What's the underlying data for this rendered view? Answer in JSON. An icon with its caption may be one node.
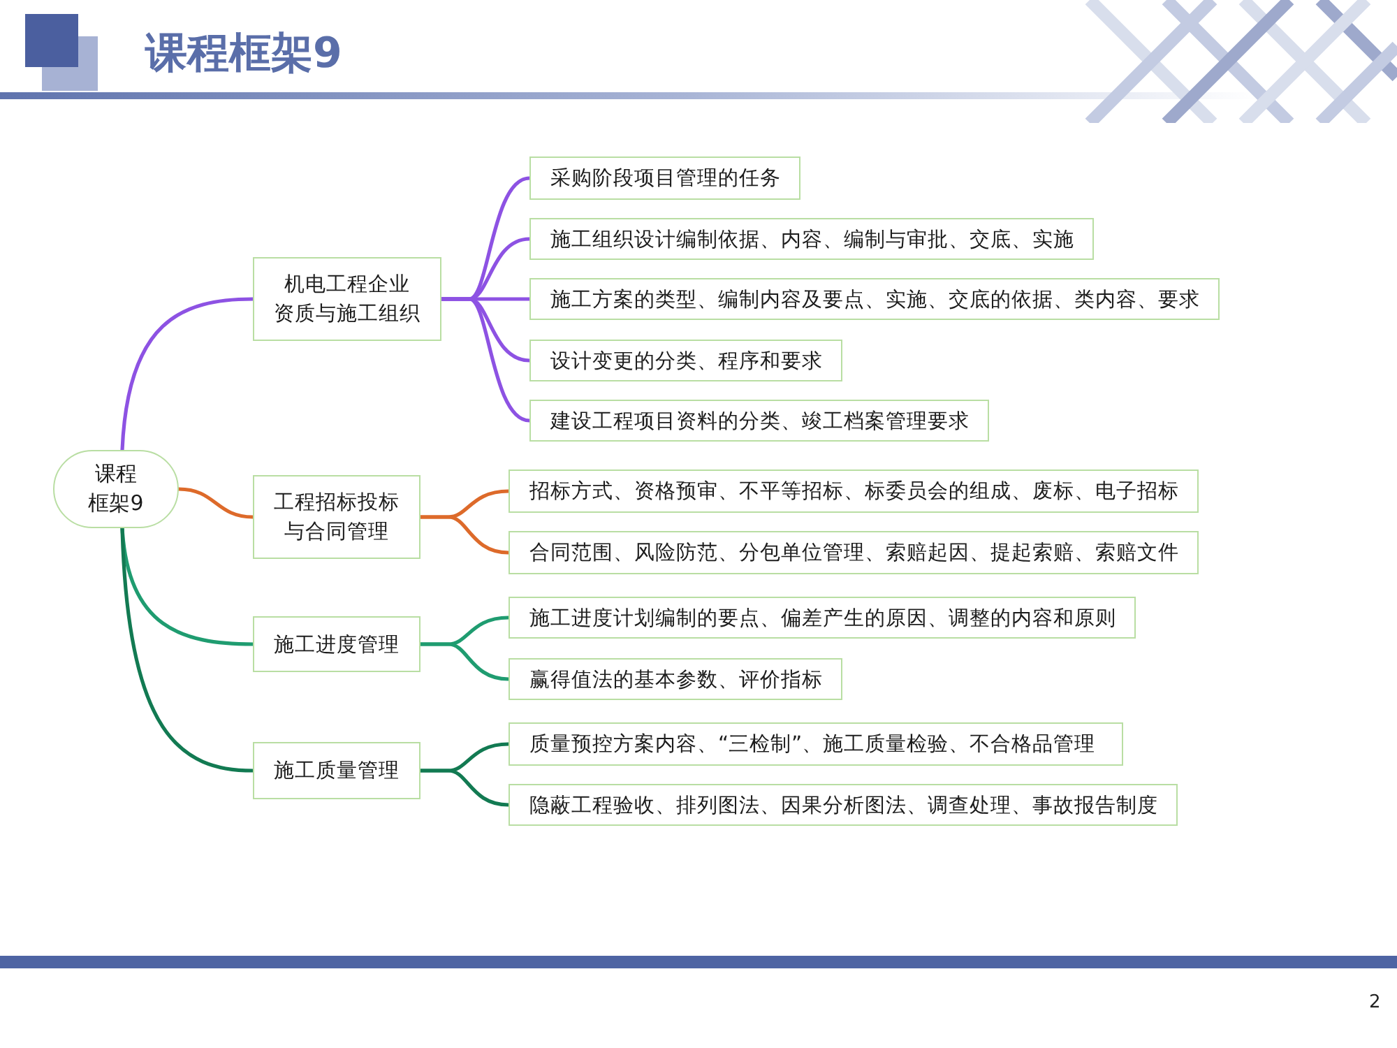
{
  "diagram": {
    "title": "课程框架9",
    "nodes": [
      {
        "text": [
          "课程框架9"
        ]
      },
      {
        "text": [
          "机电工程企业资质与施工组织"
        ]
      },
      {
        "text": [
          "采购阶段项目管理的任务"
        ]
      },
      {
        "text": [
          "施工组织设计编制依据、内容、编制与审批、交底、实施"
        ]
      },
      {
        "text": [
          "施工方案的类型、编制内容及要点、实施、交底的依据、类内容、要求"
        ]
      },
      {
        "text": [
          "设计变更的分类、程序和要求"
        ]
      },
      {
        "text": [
          "建设工程项目资料的分类、竣工档案管理要求"
        ]
      },
      {
        "text": [
          "工程招标投标与合同管理"
        ]
      },
      {
        "text": [
          "招标方式、资格预审、不平等招标、标委员会的组成、废标、电子招标"
        ]
      },
      {
        "text": [
          "合同范围、风险防范、分包单位管理、索赔起因、提起索赔、索赔文件"
        ]
      },
      {
        "text": [
          "施工进度管理"
        ]
      },
      {
        "text": [
          "施工进度计划编制的要点、偏差产生的原因、调整的内容和原则"
        ]
      },
      {
        "text": [
          "赢得值法的基本参数、评价指标"
        ]
      },
      {
        "text": [
          "施工质量管理"
        ]
      },
      {
        "text": [
          "质量预控方案内容、“三检制”、施工质量检验、不合格品管理"
        ]
      },
      {
        "text": [
          "隐蔽工程验收、排列图法、因果分析图法、调查处理、事故报告制度"
        ]
      }
    ],
    "edges": [
      {
        "from": 0,
        "to": 1,
        "arrow": "none"
      },
      {
        "from": 1,
        "to": 2,
        "arrow": "none"
      },
      {
        "from": 1,
        "to": 3,
        "arrow": "none"
      },
      {
        "from": 1,
        "to": 4,
        "arrow": "none"
      },
      {
        "from": 1,
        "to": 5,
        "arrow": "none"
      },
      {
        "from": 1,
        "to": 6,
        "arrow": "none"
      },
      {
        "from": 0,
        "to": 7,
        "arrow": "none",
        "color": "#dd6a2a"
      },
      {
        "from": 7,
        "to": 8,
        "arrow": "none",
        "color": "#dd6a2a"
      },
      {
        "from": 7,
        "to": 9,
        "arrow": "none",
        "color": "#dd6a2a"
      },
      {
        "from": 0,
        "to": 10,
        "arrow": "none",
        "color": "#1f9c70"
      },
      {
        "from": 10,
        "to": 11,
        "arrow": "none",
        "color": "#1f9c70"
      },
      {
        "from": 10,
        "to": 12,
        "arrow": "none",
        "color": "#1f9c70"
      },
      {
        "from": 0,
        "to": 13,
        "arrow": "none",
        "color": "#127a52"
      },
      {
        "from": 13,
        "to": 14,
        "arrow": "none",
        "color": "#127a52"
      },
      {
        "from": 13,
        "to": 15,
        "arrow": "none",
        "color": "#127a52"
      }
    ],
    "labels": [
      "2"
    ]
  }
}
